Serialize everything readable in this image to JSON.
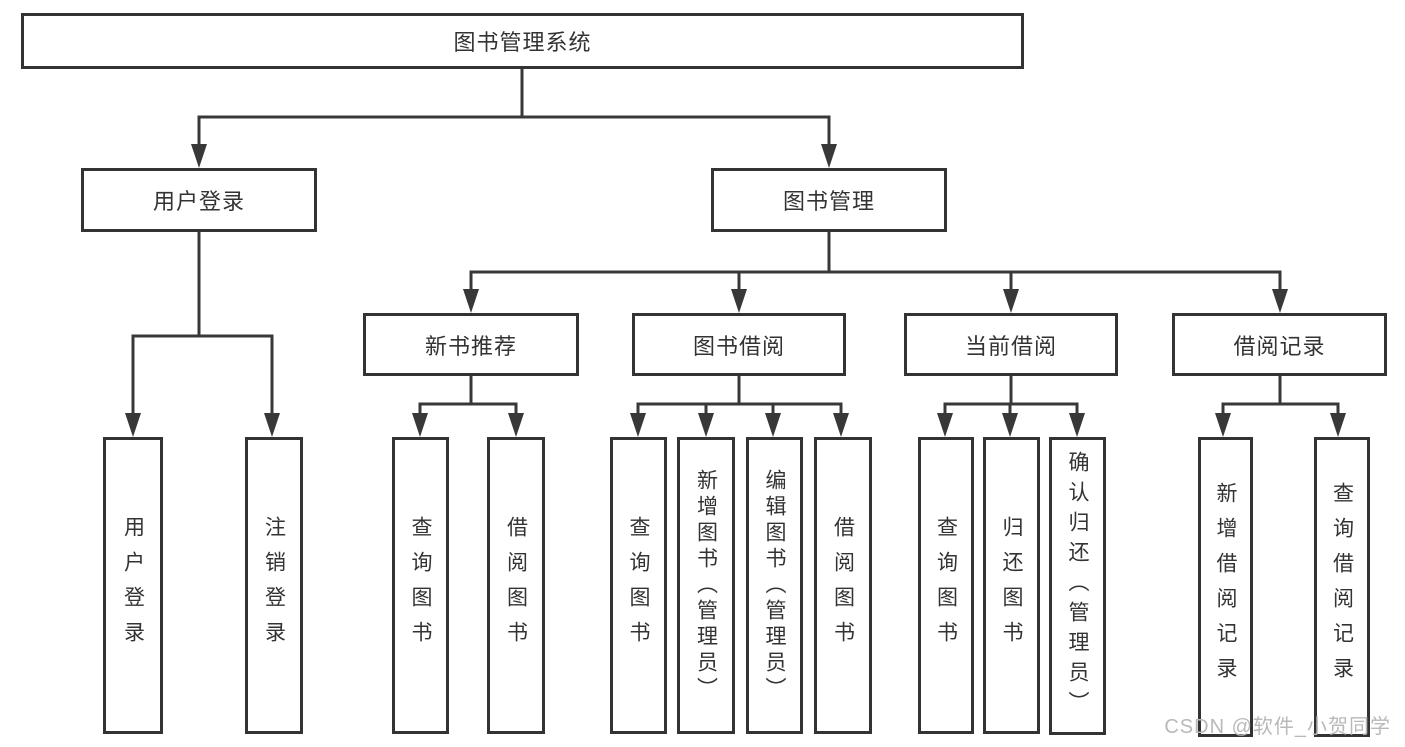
{
  "tree": {
    "label": "图书管理系统",
    "children": [
      {
        "label": "用户登录",
        "children": [
          {
            "label": "用户登录"
          },
          {
            "label": "注销登录"
          }
        ]
      },
      {
        "label": "图书管理",
        "children": [
          {
            "label": "新书推荐",
            "children": [
              {
                "label": "查询图书"
              },
              {
                "label": "借阅图书"
              }
            ]
          },
          {
            "label": "图书借阅",
            "children": [
              {
                "label": "查询图书"
              },
              {
                "label": "新增图书（管理员）"
              },
              {
                "label": "编辑图书（管理员）"
              },
              {
                "label": "借阅图书"
              }
            ]
          },
          {
            "label": "当前借阅",
            "children": [
              {
                "label": "查询图书"
              },
              {
                "label": "归还图书"
              },
              {
                "label": "确认归还（管理员）"
              }
            ]
          },
          {
            "label": "借阅记录",
            "children": [
              {
                "label": "新增借阅记录"
              },
              {
                "label": "查询借阅记录"
              }
            ]
          }
        ]
      }
    ]
  },
  "watermark": "CSDN @软件_小贺同学",
  "colors": {
    "line": "#383838",
    "box_border": "#333333",
    "text": "#333333",
    "watermark": "#b9b9b9",
    "background": "#ffffff"
  }
}
